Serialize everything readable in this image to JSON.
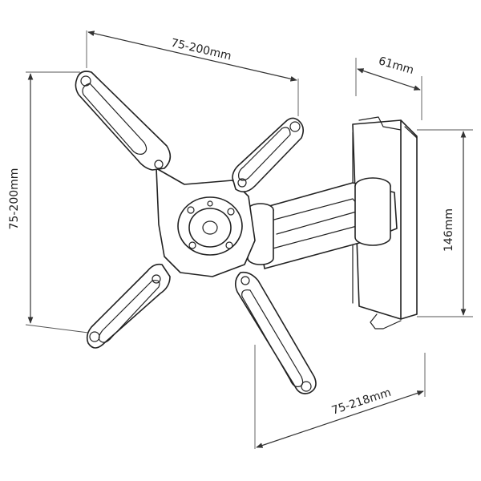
{
  "dimensions": {
    "top_width": "75-200mm",
    "left_height": "75-200mm",
    "bottom_width": "75-218mm",
    "depth": "61mm",
    "wall_plate_height": "146mm"
  }
}
